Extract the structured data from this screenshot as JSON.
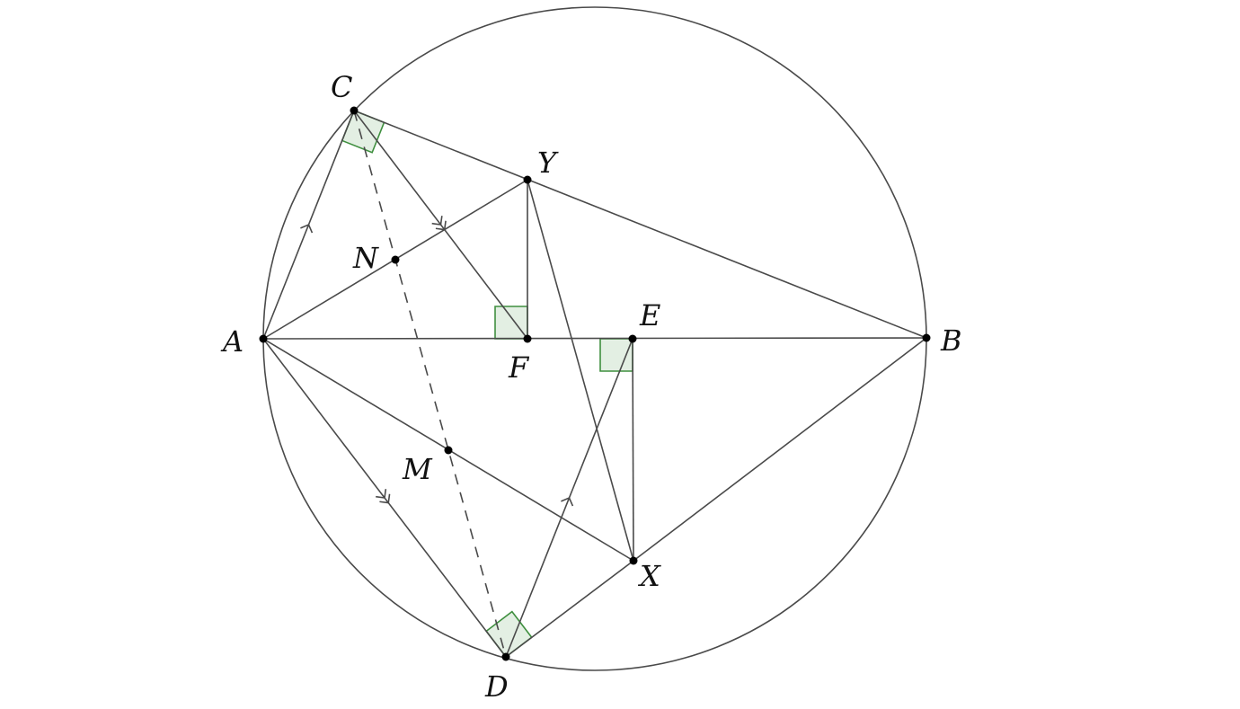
{
  "diagram": {
    "points": {
      "A": "A",
      "B": "B",
      "C": "C",
      "D": "D",
      "E": "E",
      "F": "F",
      "X": "X",
      "Y": "Y",
      "M": "M",
      "N": "N"
    },
    "colors": {
      "line": "#4a4a4a",
      "right_angle_fill": "#e3efe3",
      "right_angle_stroke": "#3f8f3f"
    }
  }
}
